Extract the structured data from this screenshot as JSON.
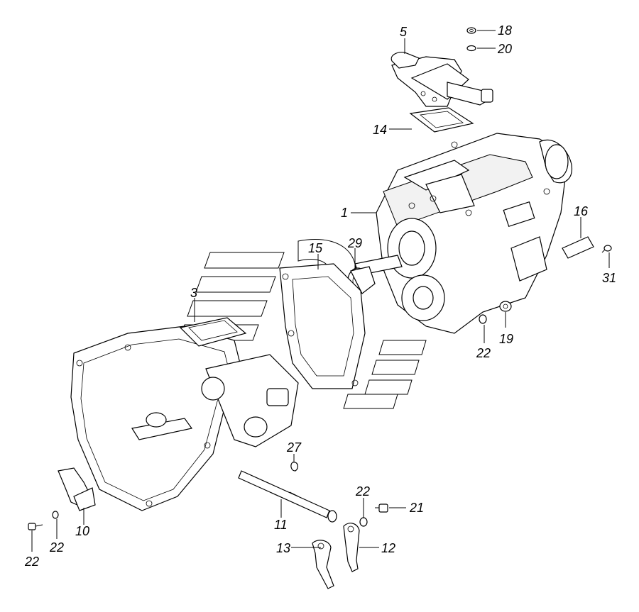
{
  "diagram": {
    "callouts": [
      {
        "id": "c1",
        "text": "1"
      },
      {
        "id": "c3",
        "text": "3"
      },
      {
        "id": "c5",
        "text": "5"
      },
      {
        "id": "c10",
        "text": "10"
      },
      {
        "id": "c11",
        "text": "11"
      },
      {
        "id": "c12",
        "text": "12"
      },
      {
        "id": "c13",
        "text": "13"
      },
      {
        "id": "c14",
        "text": "14"
      },
      {
        "id": "c15",
        "text": "15"
      },
      {
        "id": "c16",
        "text": "16"
      },
      {
        "id": "c18",
        "text": "18"
      },
      {
        "id": "c19",
        "text": "19"
      },
      {
        "id": "c20",
        "text": "20"
      },
      {
        "id": "c21",
        "text": "21"
      },
      {
        "id": "c22a",
        "text": "22"
      },
      {
        "id": "c22b",
        "text": "22"
      },
      {
        "id": "c22c",
        "text": "22"
      },
      {
        "id": "c22d",
        "text": "22"
      },
      {
        "id": "c27",
        "text": "27"
      },
      {
        "id": "c29",
        "text": "29"
      },
      {
        "id": "c31",
        "text": "31"
      }
    ]
  }
}
